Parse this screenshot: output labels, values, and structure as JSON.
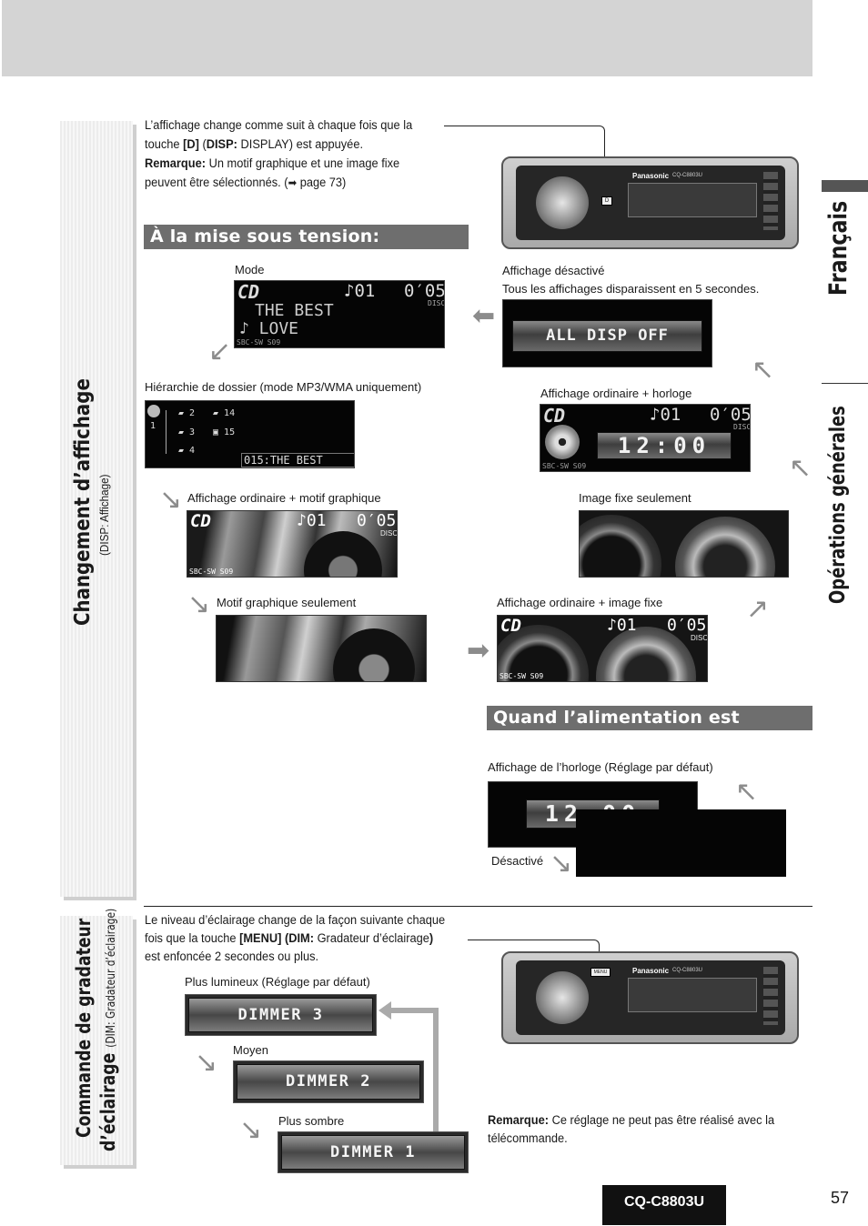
{
  "intro": {
    "line1": "L’affichage change comme suit à chaque fois que la",
    "line2_pre": "touche ",
    "line2_key": "[D]",
    "line2_mid": " (",
    "line2_disp": "DISP:",
    "line2_post": " DISPLAY) est appuyée.",
    "note_label": "Remarque:",
    "note_text": " Un motif graphique et une image fixe",
    "note_line2": "peuvent être sélectionnés. (",
    "page_ref": " page 73)"
  },
  "section1": {
    "title": "Changement d’affichage",
    "subtitle": "(DISP: Affichage)",
    "header_on": "À la mise sous tension:",
    "header_off": "Quand l’alimentation est coupée:"
  },
  "labels": {
    "mode": "Mode",
    "disp_off_1": "Affichage désactivé",
    "disp_off_2": "Tous les affichages disparaissent en 5 secondes.",
    "folder": "Hiérarchie de dossier (mode MP3/WMA uniquement)",
    "clock": "Affichage ordinaire + horloge",
    "graphic": "Affichage ordinaire + motif graphique",
    "still_only": "Image fixe seulement",
    "motif_only": "Motif graphique seulement",
    "still": "Affichage ordinaire + image fixe",
    "clock_default": "Affichage de l’horloge (Réglage par défaut)",
    "off": "Désactivé"
  },
  "lcd": {
    "cd": "CD",
    "track": "♪01",
    "time": "0′05",
    "disc": "DISC",
    "line1": "THE BEST",
    "line2": "♪ LOVE",
    "sbc": "SBC-SW  S09",
    "all_disp_off": "ALL DISP OFF",
    "clock": "12:00",
    "folder_name": "015:THE BEST",
    "f1": "1",
    "f2": "2",
    "f3": "3",
    "f4": "4",
    "f14": "14",
    "f15": "15"
  },
  "device": {
    "brand": "Panasonic",
    "model_small": "CQ-C8803U",
    "d_key": "D",
    "menu_key": "MENU"
  },
  "section2": {
    "title_line1": "Commande de gradateur",
    "title_line2": "d’éclairage",
    "subtitle": "(DIM: Gradateur d’éclairage)",
    "intro1": "Le niveau d’éclairage change de la façon suivante chaque",
    "intro2_pre": "fois que la touche ",
    "intro2_key": "[MENU] (DIM:",
    "intro2_post": " Gradateur d’éclairage",
    "intro2_close": ")",
    "intro3": "est enfoncée 2 secondes ou plus.",
    "bright": "Plus lumineux (Réglage par défaut)",
    "medium": "Moyen",
    "dark": "Plus sombre",
    "dimmer3": "DIMMER 3",
    "dimmer2": "DIMMER 2",
    "dimmer1": "DIMMER 1",
    "note_label": "Remarque:",
    "note_text": " Ce réglage ne peut pas être réalisé avec la",
    "note_line2": "télécommande."
  },
  "side_tabs": {
    "language": "Français",
    "chapter": "Opérations générales"
  },
  "footer": {
    "model": "CQ-C8803U",
    "page": "57"
  }
}
